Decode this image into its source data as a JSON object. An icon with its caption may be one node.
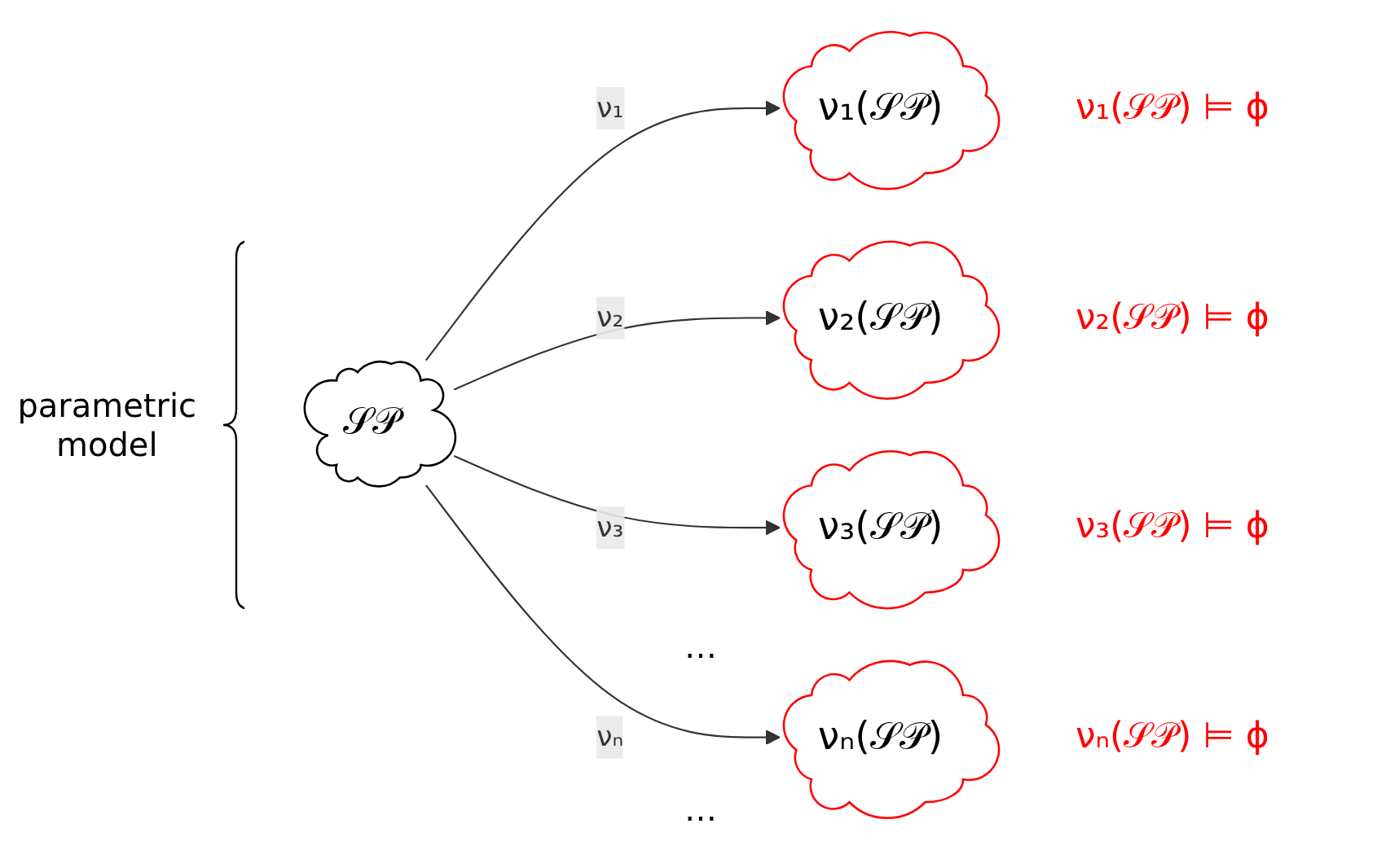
{
  "diagram": {
    "nodes": [
      {
        "text": [
          "𝒮𝒫"
        ]
      },
      {
        "text": [
          "ν₁(𝒮𝒫)"
        ],
        "beside": [
          "ν₁(𝒮𝒫) ⊨ ϕ"
        ]
      },
      {
        "text": [
          "ν₂(𝒮𝒫)"
        ],
        "beside": [
          "ν₂(𝒮𝒫) ⊨ ϕ"
        ]
      },
      {
        "text": [
          "ν₃(𝒮𝒫)"
        ],
        "beside": [
          "ν₃(𝒮𝒫) ⊨ ϕ"
        ]
      },
      {
        "text": [
          "νₙ(𝒮𝒫)"
        ],
        "beside": [
          "νₙ(𝒮𝒫) ⊨ ϕ"
        ]
      }
    ],
    "edges": [
      {
        "from": 0,
        "to": 1,
        "arrow": "to",
        "label": "ν₁"
      },
      {
        "from": 0,
        "to": 2,
        "arrow": "to",
        "label": "ν₂"
      },
      {
        "from": 0,
        "to": 3,
        "arrow": "to",
        "label": "ν₃"
      },
      {
        "from": 0,
        "to": 4,
        "arrow": "to",
        "label": "νₙ"
      }
    ],
    "labels": [
      "parametric model",
      "…",
      "…"
    ]
  }
}
